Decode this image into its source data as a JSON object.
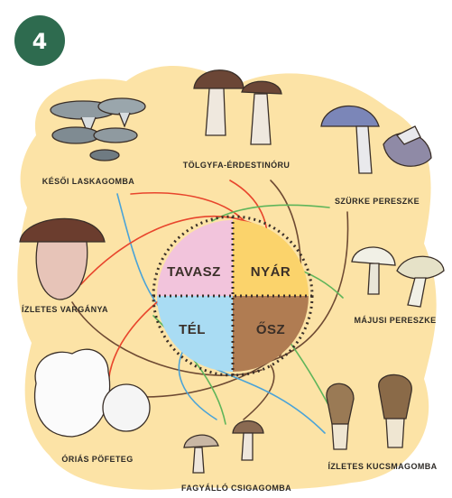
{
  "badge": {
    "number": "4",
    "color": "#2e6b4f"
  },
  "seasons": {
    "spring": {
      "label": "TAVASZ",
      "color": "#f2c4dc"
    },
    "summer": {
      "label": "NYÁR",
      "color": "#fbd36b"
    },
    "autumn": {
      "label": "ŐSZ",
      "color": "#b07c52"
    },
    "winter": {
      "label": "TÉL",
      "color": "#a9dcf3"
    }
  },
  "mushrooms": [
    {
      "label": "KÉSŐI LASKAGOMBA"
    },
    {
      "label": "TÖLGYFA-ÉRDESTINÓRU"
    },
    {
      "label": "SZÜRKE PERESZKE"
    },
    {
      "label": "ÍZLETES VARGÁNYA"
    },
    {
      "label": "MÁJUSI PERESZKE"
    },
    {
      "label": "ÓRIÁS PÖFETEG"
    },
    {
      "label": "FAGYÁLLÓ CSIGAGOMBA"
    },
    {
      "label": "ÍZLETES KUCSMAGOMBA"
    }
  ],
  "line_colors": {
    "red": "#e8452c",
    "green": "#5fb55a",
    "blue": "#4aa3d8",
    "brown": "#6e4a33"
  },
  "background_color": "#fce3a6"
}
